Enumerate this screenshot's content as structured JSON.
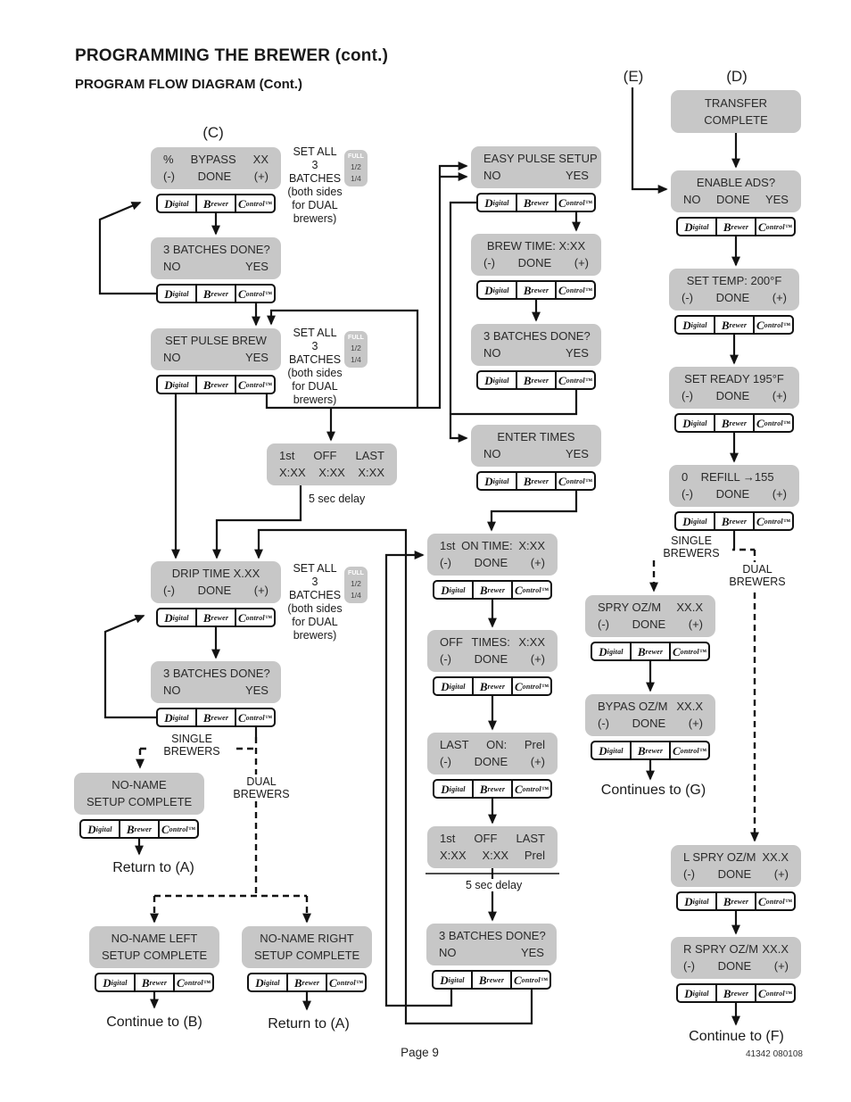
{
  "header": {
    "title": "PROGRAMMING THE BREWER (cont.)",
    "subtitle": "PROGRAM FLOW DIAGRAM (Cont.)"
  },
  "markers": {
    "c": "(C)",
    "e": "(E)",
    "d": "(D)"
  },
  "logo": {
    "cells": [
      "Digital",
      "Brewer",
      "Control™"
    ]
  },
  "set_all_note": {
    "lines": [
      "SET ALL",
      "3 BATCHES",
      "(both sides",
      "for DUAL",
      "brewers)"
    ],
    "badges": [
      "FULL",
      "1/2",
      "1/4"
    ]
  },
  "labels": {
    "single_brewers": "SINGLE\nBREWERS",
    "dual_brewers": "DUAL\nBREWERS",
    "delay": "5 sec delay",
    "return_a": "Return to (A)",
    "continue_b": "Continue to (B)",
    "continues_g": "Continues to (G)",
    "continue_f": "Continue to (F)"
  },
  "footer": {
    "page": "Page 9",
    "code": "41342 080108"
  },
  "colors": {
    "lcd_bg": "#c7c7c7",
    "line": "#131313"
  },
  "boxes": {
    "bypass": {
      "r1l": "%",
      "r1c": "BYPASS",
      "r1r": "XX",
      "r2l": "(-)",
      "r2c": "DONE",
      "r2r": "(+)"
    },
    "batches1": {
      "r1c": "3 BATCHES DONE?",
      "r2l": "NO",
      "r2r": "YES"
    },
    "setpulse": {
      "r1c": "SET PULSE BREW",
      "r2l": "NO",
      "r2r": "YES"
    },
    "offlast1": {
      "r1l": "1st",
      "r1c": "OFF",
      "r1r": "LAST",
      "r2l": "X:XX",
      "r2c": "X:XX",
      "r2r": "X:XX"
    },
    "driptime": {
      "r1c": "DRIP TIME X.XX",
      "r2l": "(-)",
      "r2c": "DONE",
      "r2r": "(+)"
    },
    "batches3": {
      "r1c": "3 BATCHES DONE?",
      "r2l": "NO",
      "r2r": "YES"
    },
    "noname": {
      "r1c": "NO-NAME",
      "r2c": "SETUP COMPLETE"
    },
    "nonameleft": {
      "r1c": "NO-NAME LEFT",
      "r2c": "SETUP COMPLETE"
    },
    "nonameright": {
      "r1c": "NO-NAME RIGHT",
      "r2c": "SETUP COMPLETE"
    },
    "easypulse": {
      "r1c": "EASY PULSE SETUP",
      "r2l": "NO",
      "r2r": "YES"
    },
    "brewtime": {
      "r1c": "BREW TIME: X:XX",
      "r2l": "(-)",
      "r2c": "DONE",
      "r2r": "(+)"
    },
    "batches2": {
      "r1c": "3 BATCHES DONE?",
      "r2l": "NO",
      "r2r": "YES"
    },
    "entertimes": {
      "r1c": "ENTER TIMES",
      "r2l": "NO",
      "r2r": "YES"
    },
    "ontime": {
      "r1l": "1st",
      "r1c": "ON TIME:",
      "r1r": "X:XX",
      "r2l": "(-)",
      "r2c": "DONE",
      "r2r": "(+)"
    },
    "offtimes": {
      "r1l": "OFF",
      "r1c": "TIMES:",
      "r1r": "X:XX",
      "r2l": "(-)",
      "r2c": "DONE",
      "r2r": "(+)"
    },
    "laston": {
      "r1l": "LAST",
      "r1c": "ON:",
      "r1r": "Prel",
      "r2l": "(-)",
      "r2c": "DONE",
      "r2r": "(+)"
    },
    "offlast2": {
      "r1l": "1st",
      "r1c": "OFF",
      "r1r": "LAST",
      "r2l": "X:XX",
      "r2c": "X:XX",
      "r2r": "Prel"
    },
    "batches4": {
      "r1c": "3 BATCHES DONE?",
      "r2l": "NO",
      "r2r": "YES"
    },
    "transfer": {
      "r1c": "TRANSFER",
      "r2c": "COMPLETE"
    },
    "enableads": {
      "r1c": "ENABLE ADS?",
      "r2l": "NO",
      "r2c": "DONE",
      "r2r": "YES"
    },
    "settemp": {
      "r1c": "SET TEMP: 200°F",
      "r2l": "(-)",
      "r2c": "DONE",
      "r2r": "(+)"
    },
    "setready": {
      "r1c": "SET READY 195°F",
      "r2l": "(-)",
      "r2c": "DONE",
      "r2r": "(+)"
    },
    "refill": {
      "r1l": "0",
      "r1c": "REFILL →155",
      "r2l": "(-)",
      "r2c": "DONE",
      "r2r": "(+)"
    },
    "spry": {
      "r1l": "SPRY OZ/M",
      "r1r": "XX.X",
      "r2l": "(-)",
      "r2c": "DONE",
      "r2r": "(+)"
    },
    "bypas": {
      "r1l": "BYPAS OZ/M",
      "r1r": "XX.X",
      "r2l": "(-)",
      "r2c": "DONE",
      "r2r": "(+)"
    },
    "lspry": {
      "r1l": "L SPRY OZ/M",
      "r1r": "XX.X",
      "r2l": "(-)",
      "r2c": "DONE",
      "r2r": "(+)"
    },
    "rspry": {
      "r1l": "R SPRY OZ/M",
      "r1r": "XX.X",
      "r2l": "(-)",
      "r2c": "DONE",
      "r2r": "(+)"
    }
  }
}
